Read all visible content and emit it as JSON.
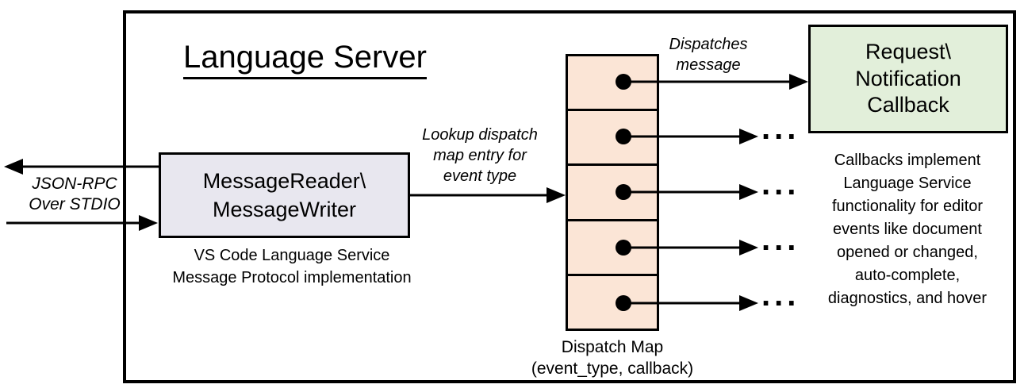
{
  "diagram": {
    "title": "Language Server",
    "io_label": "JSON-RPC\nOver STDIO",
    "reader_box_label": "MessageReader\\\nMessageWriter",
    "reader_caption": "VS Code Language Service\nMessage Protocol implementation",
    "lookup_label": "Lookup dispatch\nmap entry for\nevent type",
    "dispatches_label": "Dispatches\nmessage",
    "callback_box_label": "Request\\\nNotification\nCallback",
    "callbacks_note": "Callbacks implement\nLanguage Service\nfunctionality for editor\nevents like document\nopened or changed,\nauto-complete,\ndiagnostics, and hover",
    "dispatch_map_caption": "Dispatch Map\n(event_type, callback)",
    "ellipsis": "...",
    "dispatch_map_rows": 5,
    "colors": {
      "peach": "#fbe5d6",
      "green": "#e2efda",
      "lavender": "#e8e7ef",
      "stroke": "#000000"
    }
  }
}
